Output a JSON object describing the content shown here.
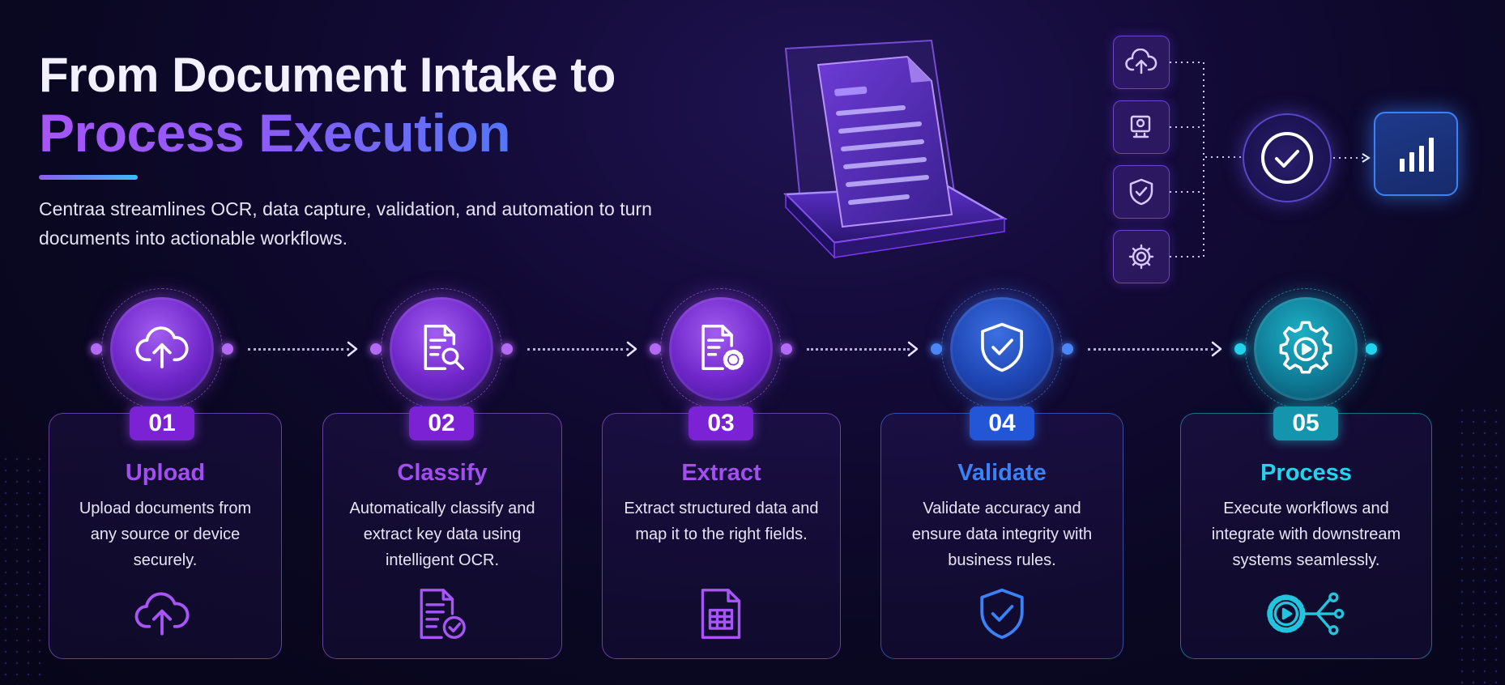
{
  "headline": {
    "line1": "From Document Intake to",
    "line2": "Process Execution"
  },
  "subtitle": "Centraa streamlines OCR, data capture, validation, and automation to turn documents into actionable workflows.",
  "hero_icons": [
    "cloud-upload-icon",
    "monitor-scan-icon",
    "shield-check-icon",
    "gear-icon",
    "check-circle-icon",
    "bar-chart-icon"
  ],
  "colors": {
    "purple": "#8b3fe0",
    "blue": "#2f6fe6",
    "cyan": "#22b3c6",
    "title_purple": "#a34ef0",
    "title_blue": "#3b82f6",
    "title_cyan": "#22d3ee"
  },
  "steps": [
    {
      "number": "01",
      "title": "Upload",
      "description": "Upload documents from any source or device securely.",
      "icon": "cloud-upload-icon",
      "bottom_icon": "cloud-upload-icon"
    },
    {
      "number": "02",
      "title": "Classify",
      "description": "Automatically classify and extract key data using intelligent OCR.",
      "icon": "document-search-icon",
      "bottom_icon": "document-check-icon"
    },
    {
      "number": "03",
      "title": "Extract",
      "description": "Extract structured data and map it to the right fields.",
      "icon": "document-gear-icon",
      "bottom_icon": "spreadsheet-icon"
    },
    {
      "number": "04",
      "title": "Validate",
      "description": "Validate accuracy and ensure data integrity with business rules.",
      "icon": "shield-check-icon",
      "bottom_icon": "shield-check-icon"
    },
    {
      "number": "05",
      "title": "Process",
      "description": "Execute workflows and integrate with downstream systems seamlessly.",
      "icon": "gear-play-icon",
      "bottom_icon": "gear-network-icon"
    }
  ]
}
